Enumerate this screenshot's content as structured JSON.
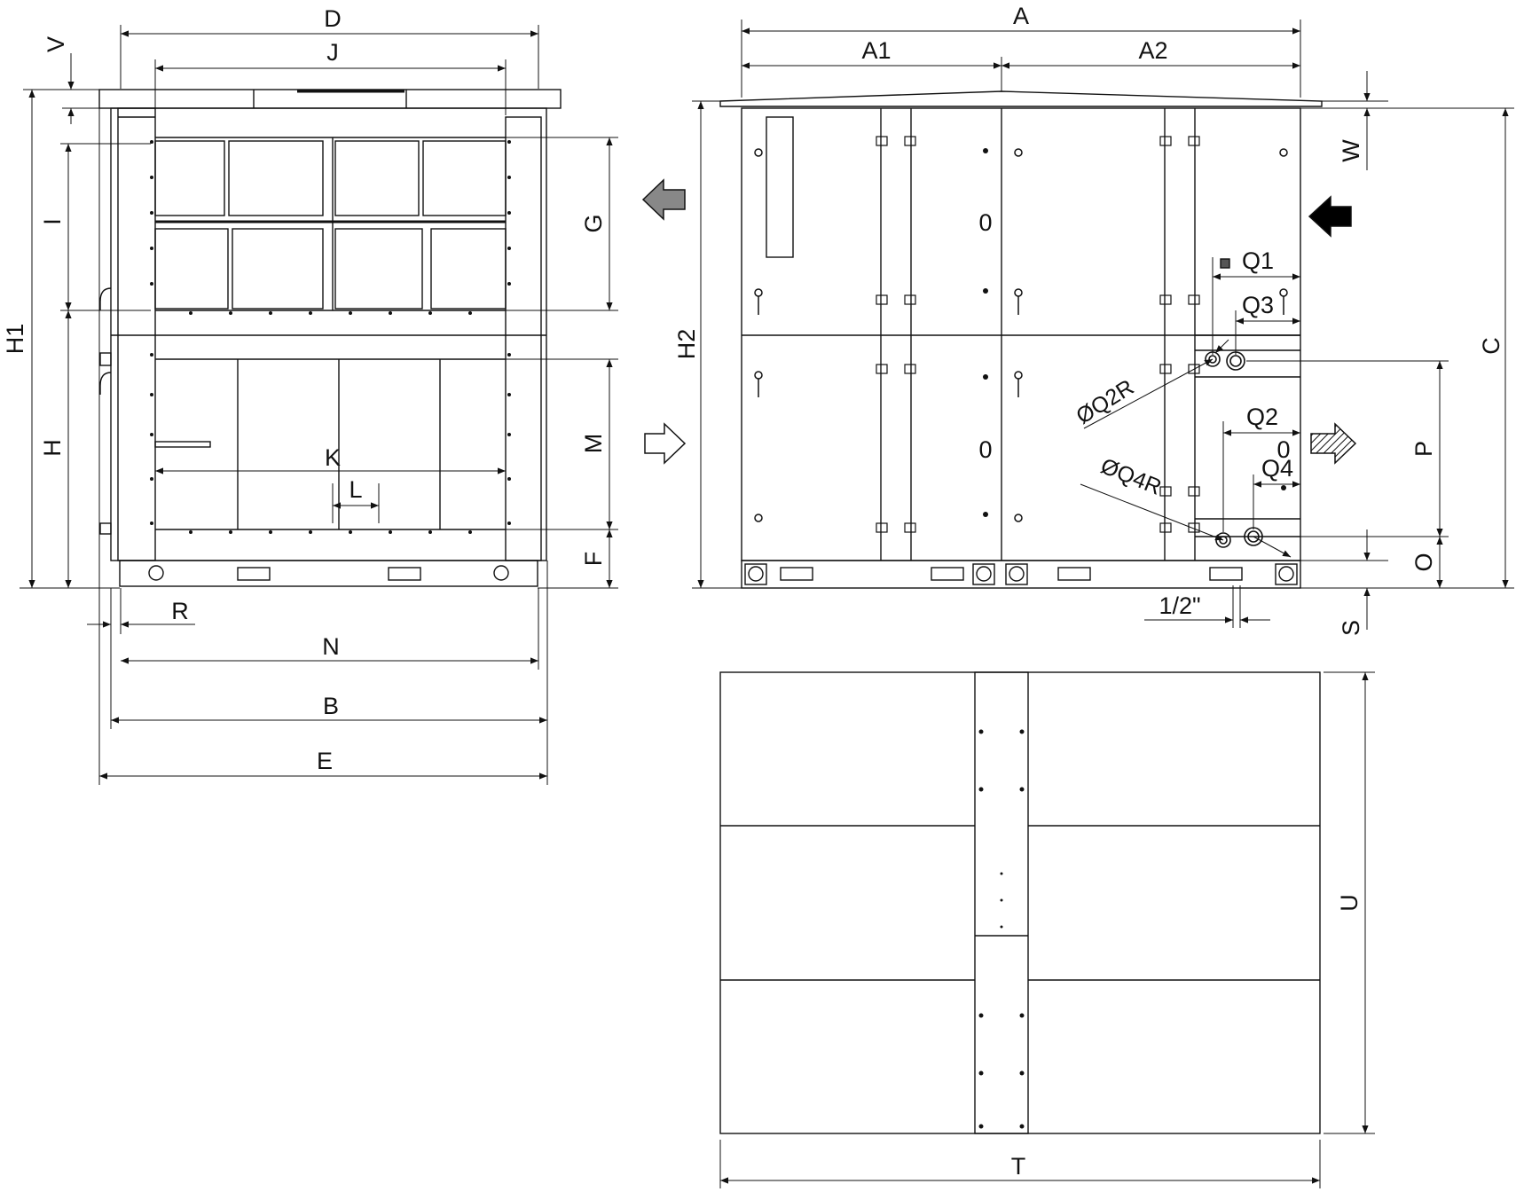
{
  "drawing": {
    "front_view": {
      "dims": {
        "D": "D",
        "J": "J",
        "V": "V",
        "H1": "H1",
        "I": "I",
        "H": "H",
        "G": "G",
        "M": "M",
        "F": "F",
        "K": "K",
        "L": "L",
        "R": "R",
        "N": "N",
        "B": "B",
        "E": "E"
      }
    },
    "side_view": {
      "dims": {
        "A": "A",
        "A1": "A1",
        "A2": "A2",
        "H2": "H2",
        "W": "W",
        "C": "C",
        "Q1": "Q1",
        "Q3": "Q3",
        "Q2": "Q2",
        "Q4": "Q4",
        "P": "P",
        "O": "O",
        "S": "S",
        "pipe": "1/2\"",
        "Q2R": "ØQ2R",
        "Q4R": "ØQ4R"
      },
      "door_marks": [
        "0",
        "0",
        "0"
      ]
    },
    "top_view": {
      "dims": {
        "U": "U",
        "T": "T"
      }
    },
    "arrows": {
      "exhaust_out": "#888888",
      "supply_in": "#000000",
      "fresh_in": "#ffffff",
      "supply_out": "hatched"
    }
  }
}
